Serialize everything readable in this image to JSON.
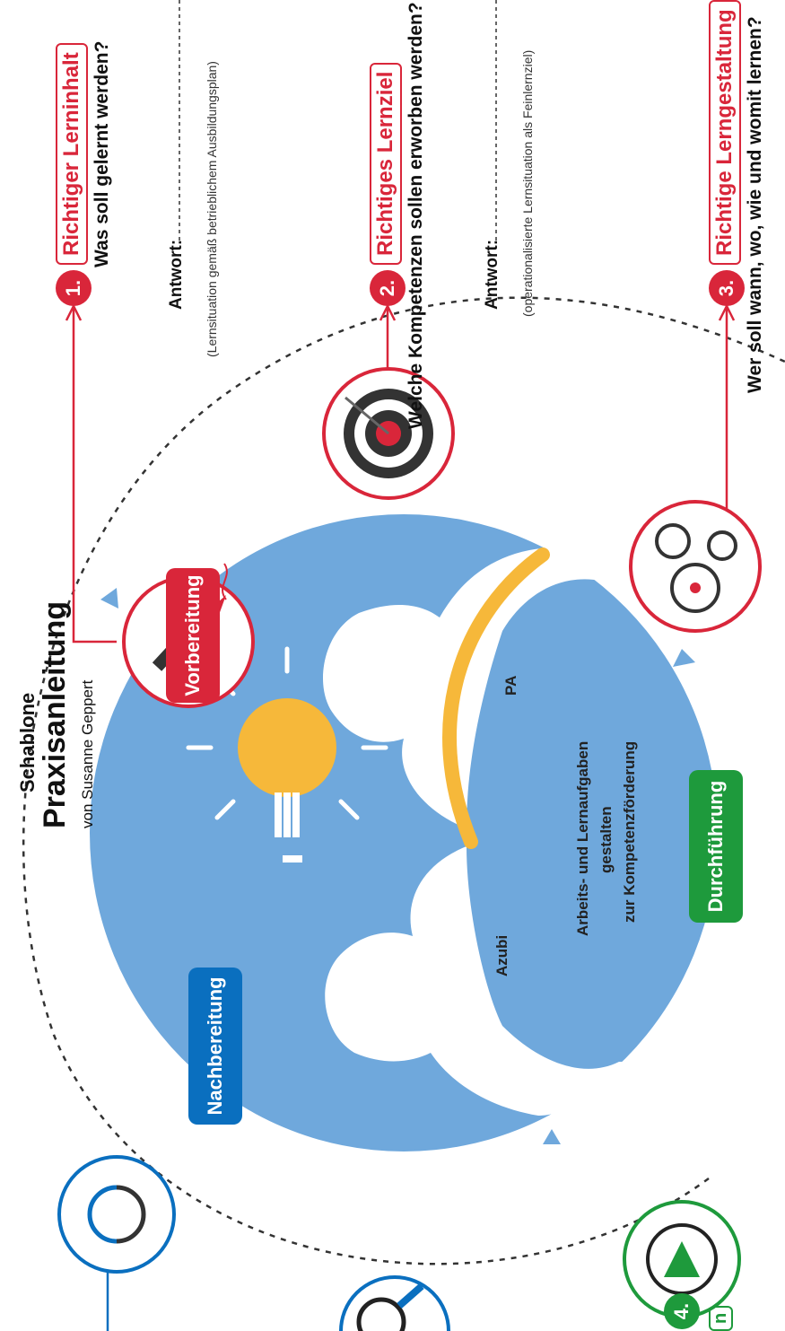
{
  "header": {
    "label": "Schablone",
    "title": "Praxisanleitung",
    "author": "von Susanne Geppert"
  },
  "phases": {
    "preparation": "Vorbereitung",
    "execution": "Durchführung",
    "follow_up": "Nachbereitung"
  },
  "circle": {
    "trainee": "Azubi",
    "instructor": "PA",
    "center_line1": "Arbeits- und Lernaufgaben",
    "center_line2": "gestalten",
    "center_line3": "zur Kompetenzförderung"
  },
  "steps": [
    {
      "number": "1.",
      "title": "Richtiger Lerninhalt",
      "question": "Was soll gelernt werden?",
      "answer_label": "Antwort:",
      "hint": "(Lernsituation gemäß betrieblichem Ausbildungsplan)",
      "color": "#d9263a"
    },
    {
      "number": "2.",
      "title": "Richtiges Lernziel",
      "question": "Welche Kompetenzen sollen erworben werden?",
      "answer_label": "Antwort:",
      "hint": "(operationalisierte Lernsituation als Feinlernziel)",
      "color": "#d9263a"
    },
    {
      "number": "3.",
      "title": "Richtige Lerngestaltung",
      "question": "Wer soll wann, wo, wie und womit lernen?",
      "color": "#d9263a"
    },
    {
      "number": "4.",
      "title_fragment": "n",
      "color": "#1e9a3c"
    }
  ],
  "icons": [
    "pencil-icon",
    "target-icon",
    "gears-icon",
    "play-icon",
    "refresh-icon",
    "magnifier-icon",
    "lightbulb-icon"
  ],
  "colors": {
    "red": "#d9263a",
    "green": "#1e9a3c",
    "blue": "#0a6fbf",
    "sky": "#6fa8dc",
    "yellow": "#f6b83a"
  }
}
